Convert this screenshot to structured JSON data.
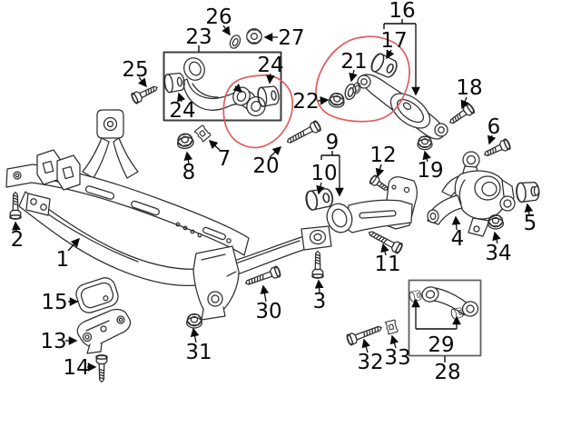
{
  "diagram": {
    "description": "Rear axle subframe and suspension arms exploded parts diagram",
    "labels": {
      "n1": "1",
      "n2": "2",
      "n3": "3",
      "n4": "4",
      "n5": "5",
      "n6": "6",
      "n7": "7",
      "n8": "8",
      "n9": "9",
      "n10": "10",
      "n11": "11",
      "n12": "12",
      "n13": "13",
      "n14": "14",
      "n15": "15",
      "n16": "16",
      "n17": "17",
      "n18": "18",
      "n19": "19",
      "n20": "20",
      "n21": "21",
      "n22": "22",
      "n23": "23",
      "n24": "24",
      "n25": "25",
      "n26": "26",
      "n27": "27",
      "n28": "28",
      "n29": "29",
      "n30": "30",
      "n31": "31",
      "n32": "32",
      "n33": "33",
      "n34": "34"
    }
  },
  "colors": {
    "background": "#ffffff",
    "line": "#2e2e2e",
    "label": "#0a0a0a",
    "highlight": "#e05c5c",
    "frame_box": "#3c3c3c",
    "group_box": "#5f5f5f"
  }
}
